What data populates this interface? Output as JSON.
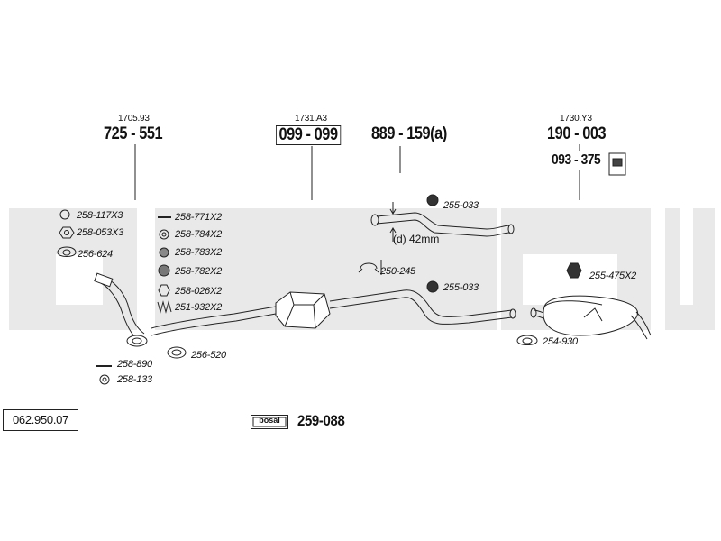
{
  "header_groups": [
    {
      "ref": "1705.93",
      "part": "725 - 551"
    },
    {
      "ref": "1731.A3",
      "part": "099 - 099"
    },
    {
      "part": "889 - 159(a)"
    },
    {
      "ref": "1730.Y3",
      "part": "190 - 003"
    }
  ],
  "extra_part": "093 - 375",
  "parts_list": [
    "258-117X3",
    "258-053X3",
    "256-624",
    "258-771X2",
    "258-784X2",
    "258-783X2",
    "258-782X2",
    "258-026X2",
    "251-932X2",
    "255-033",
    "250-245",
    "255-033",
    "255-475X2",
    "254-930",
    "256-520",
    "258-890",
    "258-133"
  ],
  "dimension_label": "(d) 42mm",
  "catalog_ref": "062.950.07",
  "brand": {
    "logo_text": "bosal",
    "part": "259-088"
  },
  "colors": {
    "band": "#e9e9e9",
    "line": "#222222"
  }
}
